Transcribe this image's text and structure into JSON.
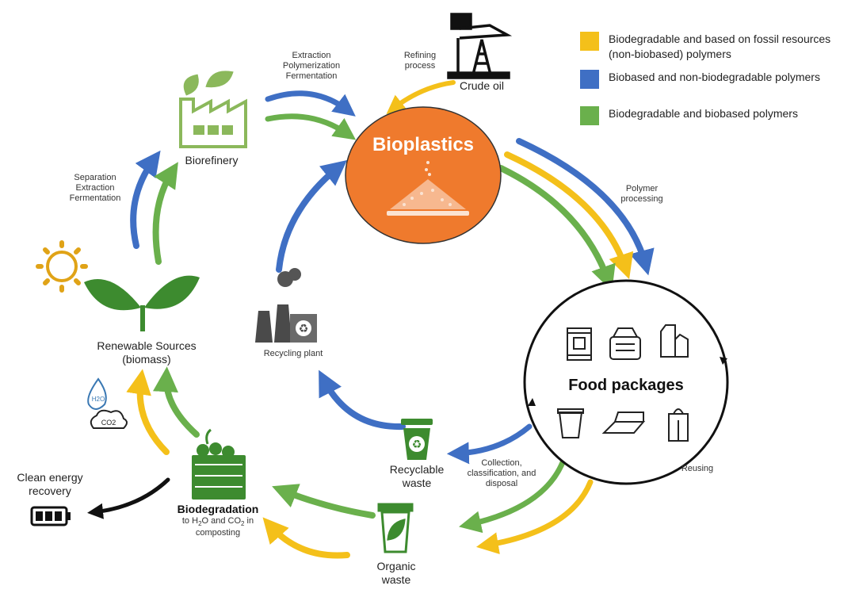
{
  "colors": {
    "yellow": "#f4c01a",
    "blue": "#3f6fc4",
    "green": "#6ab04c",
    "orange": "#ef7a2d",
    "dark_green": "#3d8b2f",
    "sun": "#e0a317",
    "factory_green": "#8bb85b",
    "ink": "#222222"
  },
  "legend": [
    {
      "color": "#f4c01a",
      "line1": "Biodegradable and based on fossil resources",
      "line2": "(non-biobased) polymers"
    },
    {
      "color": "#3f6fc4",
      "line1": "Biobased and non-biodegradable polymers",
      "line2": ""
    },
    {
      "color": "#6ab04c",
      "line1": "Biodegradable and biobased polymers",
      "line2": ""
    }
  ],
  "center": {
    "title": "Bioplastics"
  },
  "nodes": {
    "crude_oil": "Crude oil",
    "biorefinery": "Biorefinery",
    "renewable_line1": "Renewable Sources",
    "renewable_line2": "(biomass)",
    "recycling_plant": "Recycling plant",
    "food_packages": "Food packages",
    "recyclable_line1": "Recyclable",
    "recyclable_line2": "waste",
    "organic_line1": "Organic",
    "organic_line2": "waste",
    "biodegradation_title": "Biodegradation",
    "biodegradation_sub_pre": "to H",
    "biodegradation_sub_mid": "O and CO",
    "biodegradation_sub_post": " in",
    "biodegradation_sub2": "composting",
    "clean_energy_line1": "Clean energy",
    "clean_energy_line2": "recovery",
    "h2o_label": "H2O",
    "co2_label": "CO2"
  },
  "processes": {
    "refining_1": "Refining",
    "refining_2": "process",
    "extraction_1": "Extraction",
    "extraction_2": "Polymerization",
    "extraction_3": "Fermentation",
    "separation_1": "Separation",
    "separation_2": "Extraction",
    "separation_3": "Fermentation",
    "polymer_1": "Polymer",
    "polymer_2": "processing",
    "collection_1": "Collection,",
    "collection_2": "classification, and",
    "collection_3": "disposal",
    "reusing": "Reusing"
  }
}
